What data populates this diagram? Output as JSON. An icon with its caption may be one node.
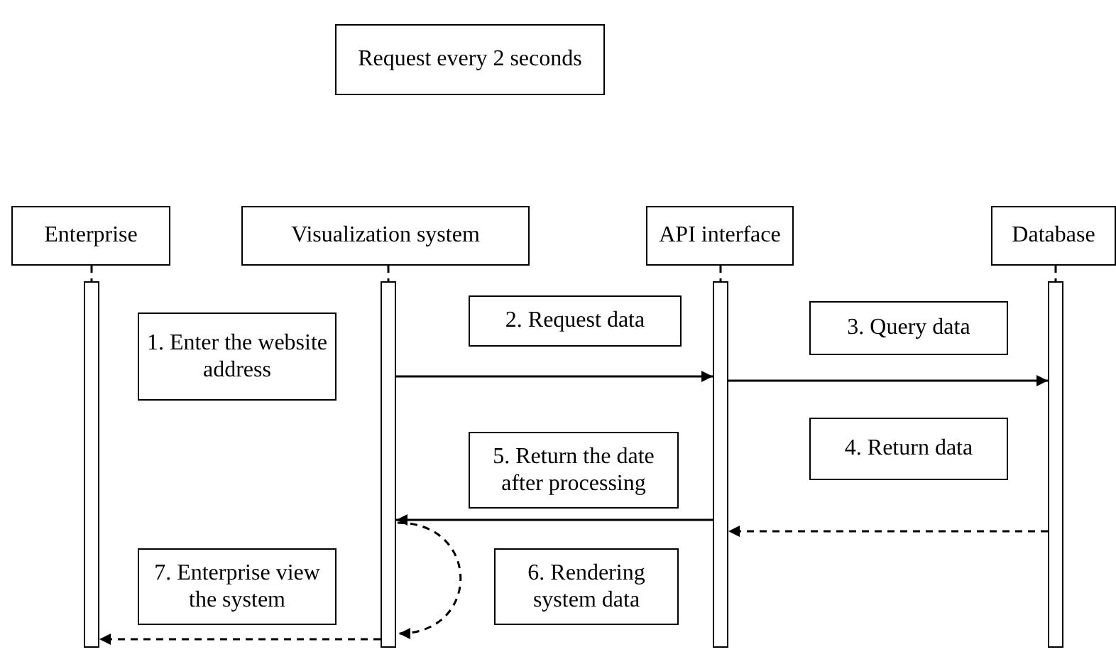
{
  "diagram": {
    "nodes": [
      {
        "text": [
          "Request every 2 seconds"
        ]
      },
      {
        "text": [
          "Enterprise"
        ]
      },
      {
        "text": [
          "Visualization system"
        ]
      },
      {
        "text": [
          "API interface"
        ]
      },
      {
        "text": [
          "Database"
        ]
      },
      {
        "text": [],
        "shape": "bar"
      },
      {
        "text": [],
        "shape": "bar"
      },
      {
        "text": [],
        "shape": "bar"
      },
      {
        "text": [],
        "shape": "bar"
      },
      {
        "text": [
          "1. Enter the website address"
        ]
      },
      {
        "text": [
          "2. Request data"
        ]
      },
      {
        "text": [
          "3. Query data"
        ]
      },
      {
        "text": [
          "5. Return the date after processing"
        ]
      },
      {
        "text": [
          "4. Return data"
        ]
      },
      {
        "text": [
          "7. Enterprise view the system"
        ]
      },
      {
        "text": [
          "6. Rendering system data"
        ]
      }
    ],
    "edges": [
      {
        "from": 1,
        "to": 5,
        "arrow": "none",
        "style": "dashed"
      },
      {
        "from": 2,
        "to": 6,
        "arrow": "none",
        "style": "dashed"
      },
      {
        "from": 3,
        "to": 7,
        "arrow": "none",
        "style": "dashed"
      },
      {
        "from": 4,
        "to": 8,
        "arrow": "none",
        "style": "dashed"
      },
      {
        "from": 6,
        "to": 7,
        "arrow": "to"
      },
      {
        "from": 7,
        "to": 8,
        "arrow": "to"
      },
      {
        "from": 8,
        "to": 7,
        "arrow": "to",
        "style": "dashed"
      },
      {
        "from": 7,
        "to": 6,
        "arrow": "to"
      },
      {
        "from": 6,
        "to": 6,
        "arrow": "to",
        "style": "dashed"
      },
      {
        "from": 6,
        "to": 5,
        "arrow": "to",
        "style": "dashed"
      }
    ]
  }
}
